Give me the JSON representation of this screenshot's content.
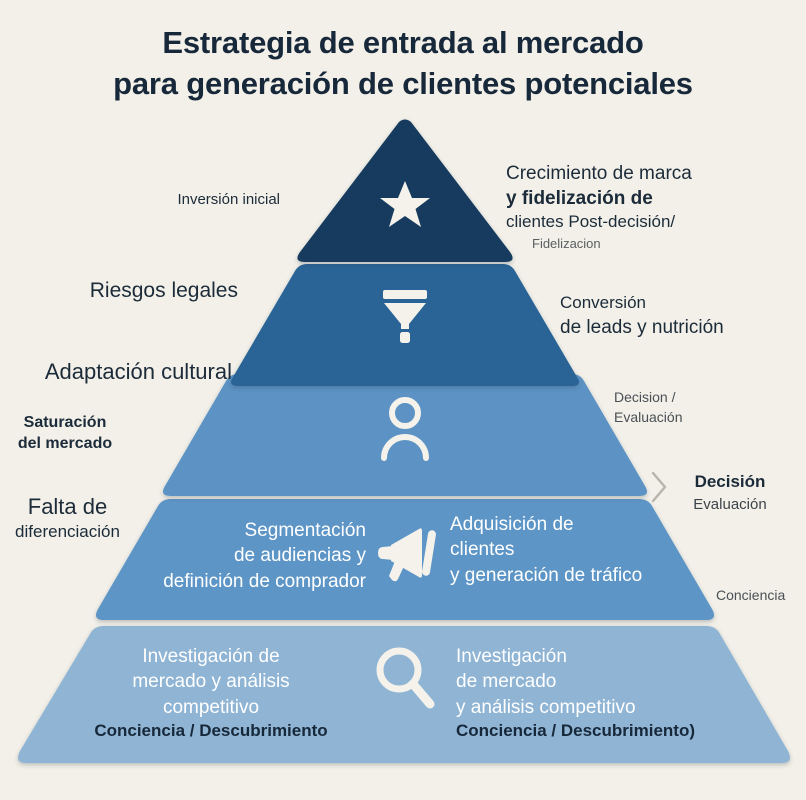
{
  "title": {
    "line1": "Estrategia de entrada al mercado",
    "line2": "para generación de clientes potenciales"
  },
  "colors": {
    "background": "#f2f0e8",
    "tier1": "#173a5e",
    "tier2": "#2a6496",
    "tier3": "#5b93c4",
    "tier4": "#5d95c6",
    "tier5": "#8fb4d4",
    "text_dark": "#17283a",
    "text_white": "#ffffff",
    "text_muted": "#4a5055"
  },
  "pyramid": {
    "tiers": [
      {
        "id": "tier-1",
        "level": 1,
        "icon": "star-icon",
        "color": "#173a5e",
        "inner_text": []
      },
      {
        "id": "tier-2",
        "level": 2,
        "icon": "funnel-icon",
        "color": "#2a6496",
        "inner_text": []
      },
      {
        "id": "tier-3",
        "level": 3,
        "icon": "person-icon",
        "color": "#5b93c4",
        "inner_text": []
      },
      {
        "id": "tier-4",
        "level": 4,
        "icon": "megaphone-icon",
        "color": "#5d95c6",
        "inner_text": [
          "Segmentación",
          "de audiencias y",
          "definición de comprador"
        ],
        "inner_text_right": [
          "Adquisición de",
          "clientes",
          "y generación de tráfico"
        ]
      },
      {
        "id": "tier-5",
        "level": 5,
        "icon": "magnifier-icon",
        "color": "#8fb4d4",
        "inner_text": [
          "Investigación de",
          "mercado y análisis",
          "competitivo"
        ],
        "inner_text_emphasis": "Conciencia / Descubrimiento",
        "inner_text_right": [
          "Investigación",
          "de mercado",
          "y análisis competitivo"
        ],
        "inner_text_right_emphasis": "Conciencia / Descubrimiento)"
      }
    ]
  },
  "left_labels": {
    "inversion_inicial": "Inversión inicial",
    "riesgos_legales": "Riesgos legales",
    "adaptacion_cultural": "Adaptación cultural",
    "saturacion_l1": "Saturación",
    "saturacion_l2": "del mercado",
    "falta_l1": "Falta de",
    "falta_l2": "diferenciación"
  },
  "right_labels": {
    "crecimiento_l1": "Crecimiento de marca",
    "crecimiento_l2": "y fidelización de",
    "crecimiento_l3": "clientes Post-decisión/",
    "crecimiento_l4": "Fidelizacion",
    "conversion_l1": "Conversión",
    "conversion_l2": "de leads y nutrición",
    "decision_small_l1": "Decision /",
    "decision_small_l2": "Evaluación",
    "decision_big_l1": "Decisión",
    "decision_big_l2": "Evaluación",
    "conciencia": "Conciencia"
  },
  "chart_data": {
    "type": "pyramid",
    "title": "Estrategia de entrada al mercado para generación de clientes potenciales",
    "orientation": "bottom-wide",
    "levels": [
      {
        "rank": 1,
        "name": "Crecimiento de marca y fidelización de clientes",
        "stage": "Post-decisión/Fidelizacion",
        "icon": "star-icon",
        "color": "#173a5e",
        "barrier": "Inversión inicial",
        "width_pct": 21
      },
      {
        "rank": 2,
        "name": "Conversión de leads y nutrición",
        "stage": "Conversión",
        "icon": "funnel-icon",
        "color": "#2a6496",
        "barrier": "Riesgos legales",
        "width_pct": 38
      },
      {
        "rank": 3,
        "name": "Decisión / Evaluación",
        "stage": "Decision / Evaluación",
        "icon": "person-icon",
        "color": "#5b93c4",
        "barrier": "Adaptación cultural",
        "width_pct": 55
      },
      {
        "rank": 4,
        "name": "Segmentación de audiencias y definición de comprador / Adquisición de clientes y generación de tráfico",
        "stage": "Conciencia",
        "icon": "megaphone-icon",
        "color": "#5d95c6",
        "barrier": "Saturación del mercado",
        "width_pct": 77
      },
      {
        "rank": 5,
        "name": "Investigación de mercado y análisis competitivo",
        "stage": "Conciencia / Descubrimiento",
        "icon": "magnifier-icon",
        "color": "#8fb4d4",
        "barrier": "Falta de diferenciación",
        "width_pct": 100
      }
    ]
  }
}
